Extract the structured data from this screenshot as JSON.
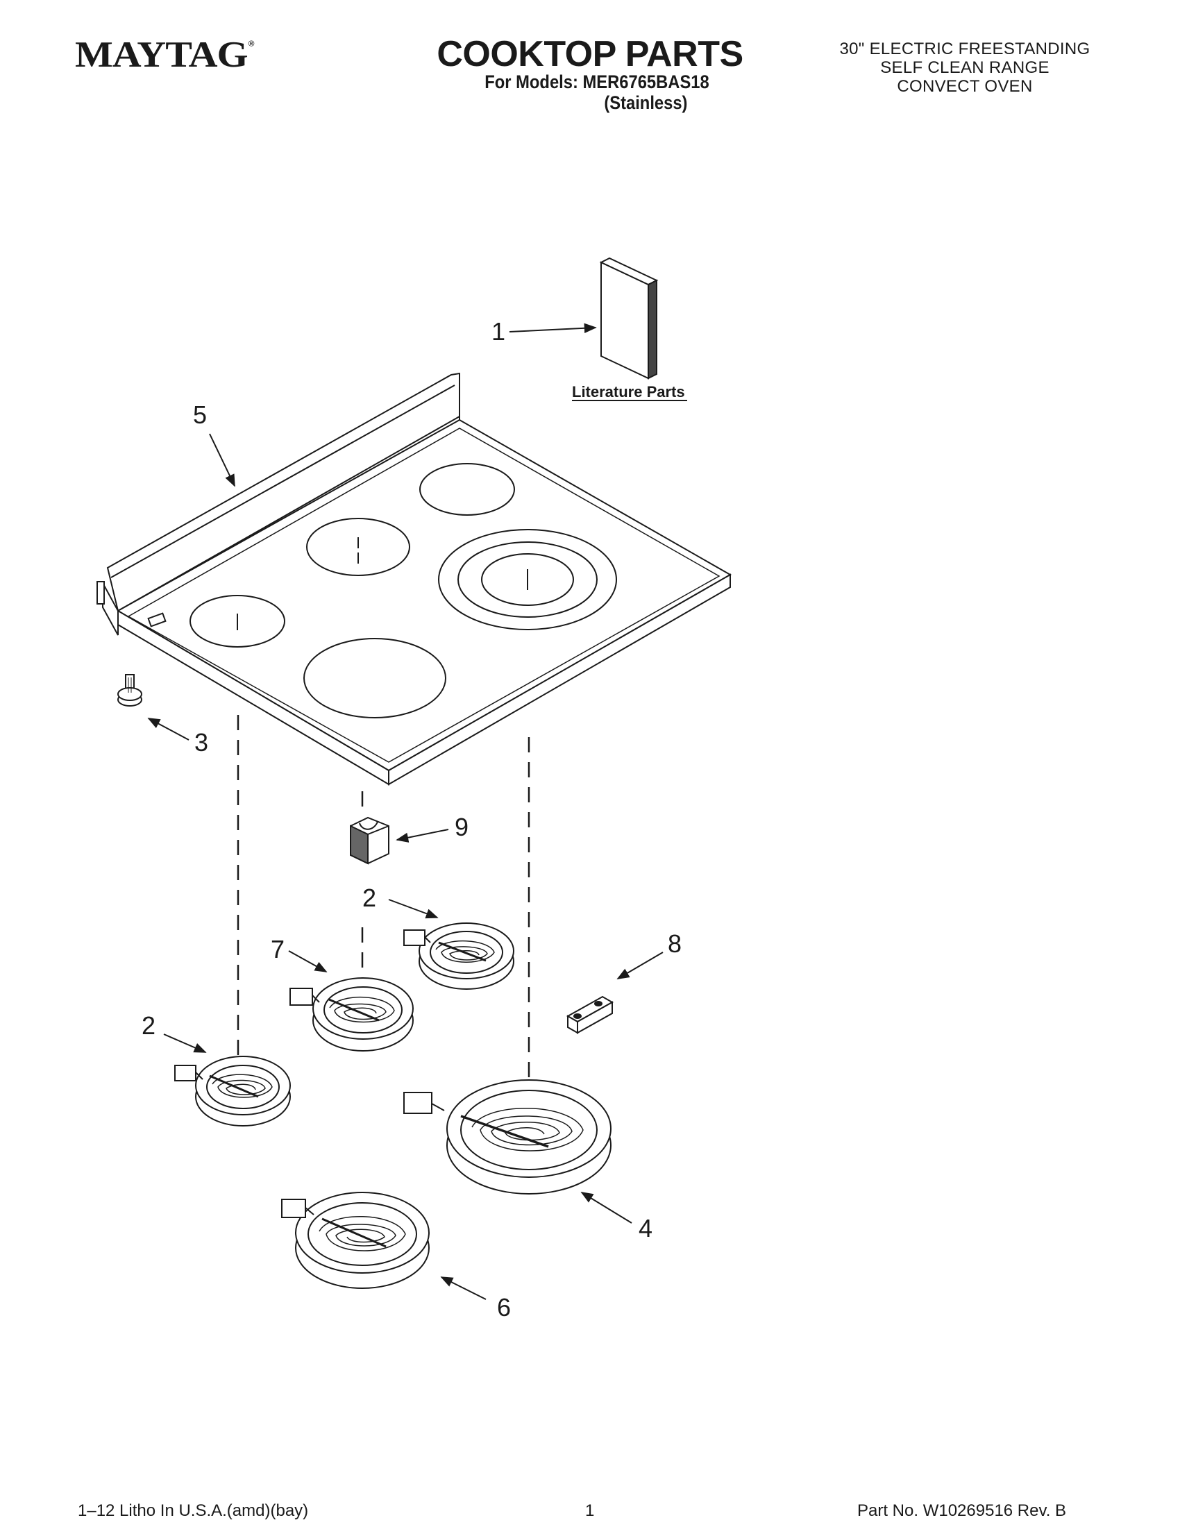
{
  "header": {
    "brand": "MAYTAG",
    "brand_mark": "®",
    "title": "COOKTOP PARTS",
    "models_line": "For Models: MER6765BAS18",
    "variant": "(Stainless)",
    "spec_lines": [
      "30\" ELECTRIC FREESTANDING",
      "SELF CLEAN RANGE",
      "CONVECT OVEN"
    ]
  },
  "diagram": {
    "literature_label": "Literature Parts",
    "callouts": {
      "c1": "1",
      "c2a": "2",
      "c2b": "2",
      "c3": "3",
      "c4": "4",
      "c5": "5",
      "c6": "6",
      "c7": "7",
      "c8": "8",
      "c9": "9"
    }
  },
  "footer": {
    "left": "1–12 Litho In U.S.A.(amd)(bay)",
    "page": "1",
    "part_no": "Part No. W10269516 Rev. B"
  }
}
